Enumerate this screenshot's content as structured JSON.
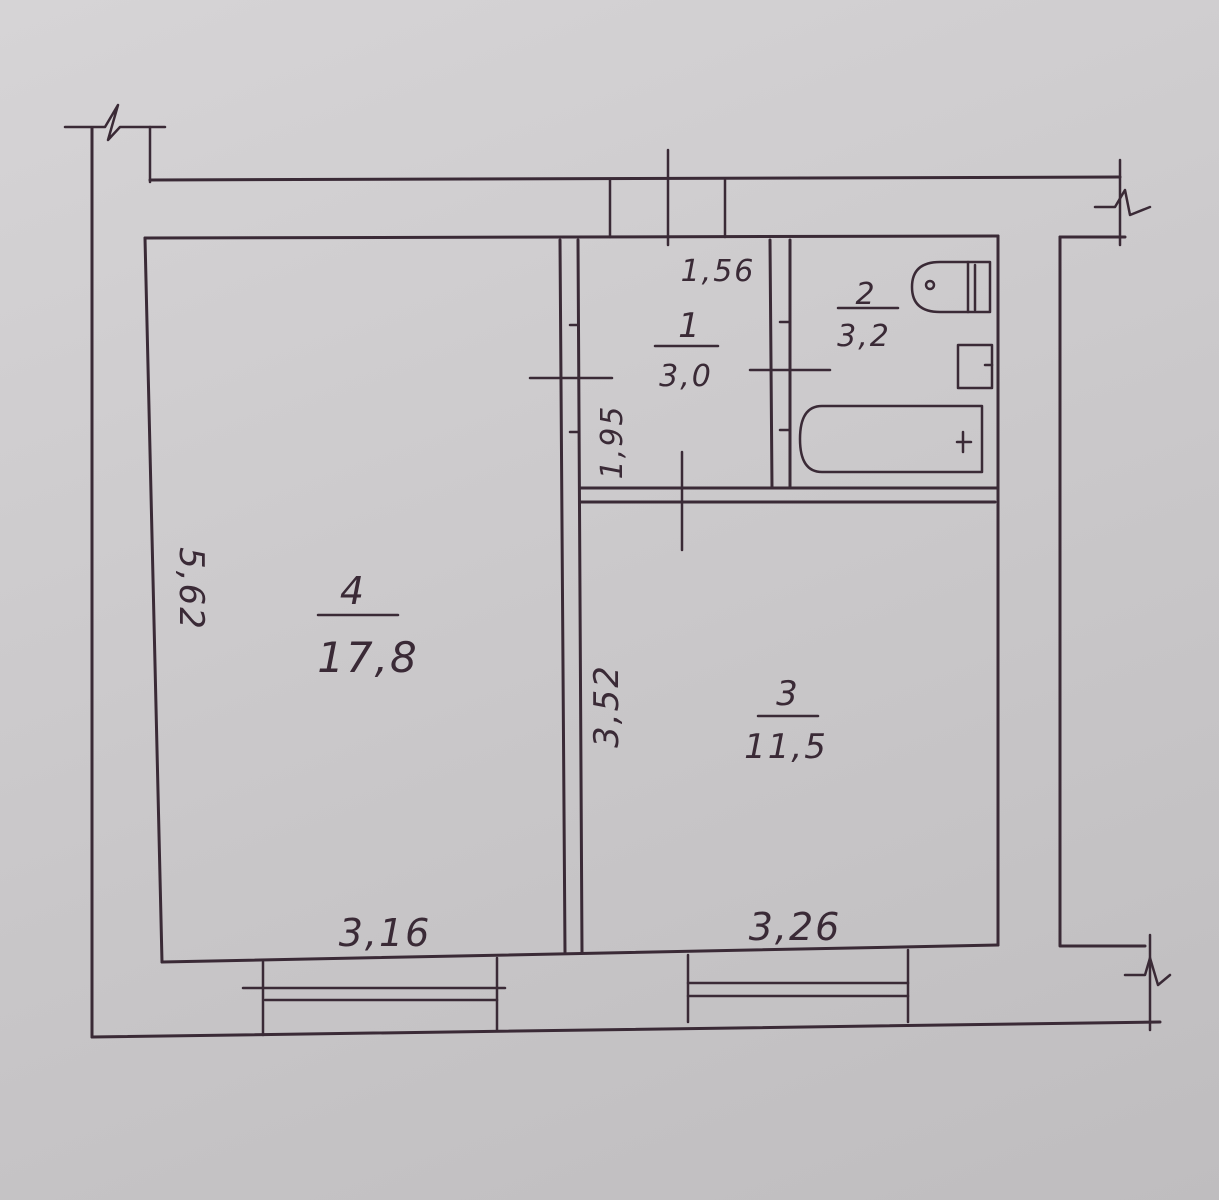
{
  "plan": {
    "rooms": [
      {
        "number": "1",
        "area": "3,0"
      },
      {
        "number": "2",
        "area": "3,2"
      },
      {
        "number": "3",
        "area": "11,5"
      },
      {
        "number": "4",
        "area": "17,8"
      }
    ],
    "dimensions": {
      "corridor_width": "1,56",
      "corridor_length": "1,95",
      "room4_depth": "5,62",
      "room3_depth": "3,52",
      "room4_width": "3,16",
      "room3_width": "3,26"
    }
  },
  "colors": {
    "ink": "#3a2a36",
    "paper": "#cdcbcc"
  }
}
